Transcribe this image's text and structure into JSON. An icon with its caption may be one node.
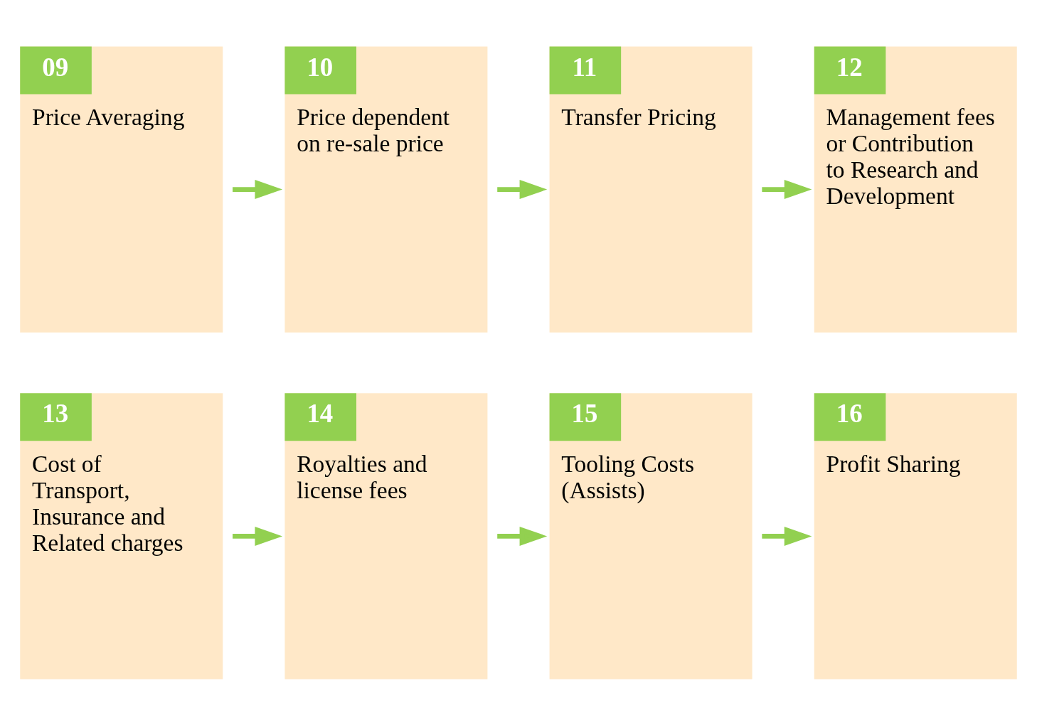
{
  "diagram": {
    "nodes": [
      {
        "text": [
          "09",
          "Price Averaging"
        ]
      },
      {
        "text": [
          "10",
          "Price dependent on re-sale price"
        ]
      },
      {
        "text": [
          "11",
          "Transfer Pricing"
        ]
      },
      {
        "text": [
          "12",
          "Management fees or Contribution to Research and Development"
        ]
      },
      {
        "text": [
          "13",
          "Cost of Transport, Insurance and Related charges"
        ]
      },
      {
        "text": [
          "14",
          "Royalties and license fees"
        ]
      },
      {
        "text": [
          "15",
          "Tooling Costs (Assists)"
        ]
      },
      {
        "text": [
          "16",
          "Profit Sharing"
        ]
      }
    ],
    "edges": [
      {
        "from": 0,
        "to": 1,
        "arrow": "to"
      },
      {
        "from": 1,
        "to": 2,
        "arrow": "to"
      },
      {
        "from": 2,
        "to": 3,
        "arrow": "to"
      },
      {
        "from": 4,
        "to": 5,
        "arrow": "to"
      },
      {
        "from": 5,
        "to": 6,
        "arrow": "to"
      },
      {
        "from": 6,
        "to": 7,
        "arrow": "to"
      }
    ]
  }
}
